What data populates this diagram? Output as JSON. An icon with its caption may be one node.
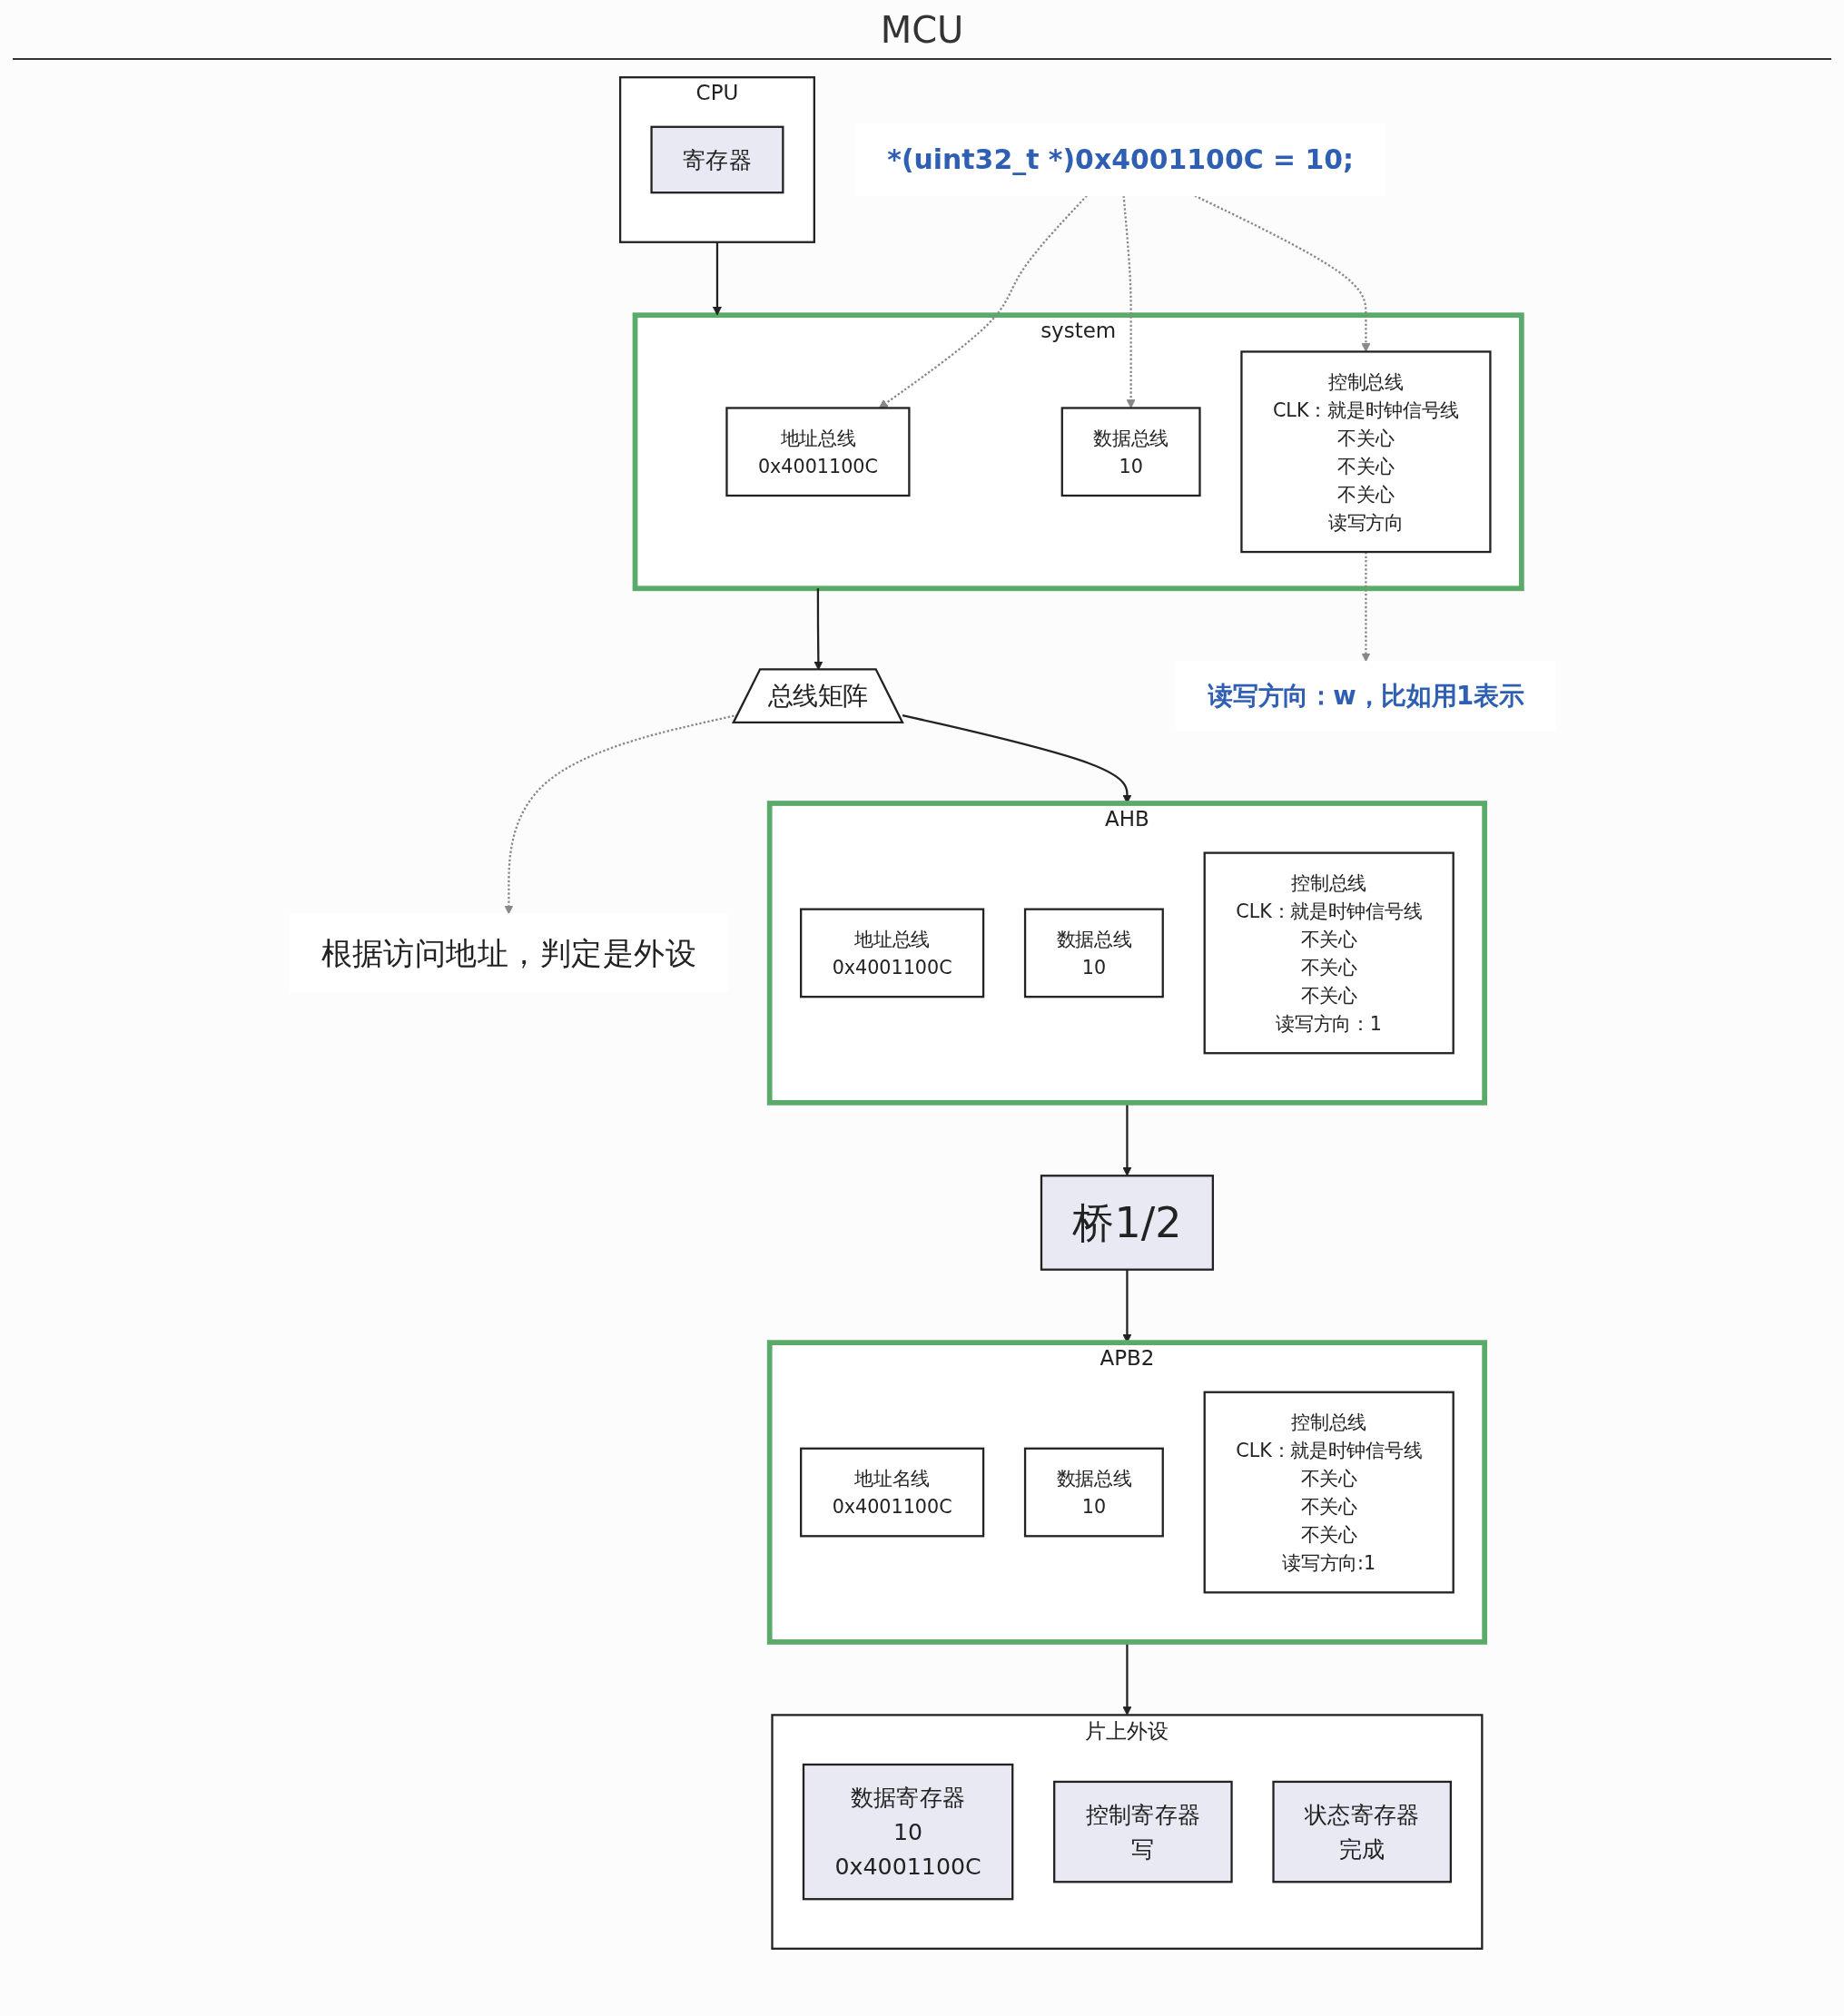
{
  "diagram": {
    "title": "MCU",
    "nodes": [
      {
        "text": [
          "*(uint32_t *)0x4001100C = 10;"
        ]
      },
      {
        "text": [
          "CPU"
        ]
      },
      {
        "text": [
          "寄存器"
        ],
        "in": 1
      },
      {
        "text": [
          "system"
        ]
      },
      {
        "text": [
          "地址总线",
          "0x4001100C"
        ],
        "in": 3
      },
      {
        "text": [
          "数据总线",
          "10"
        ],
        "in": 3
      },
      {
        "text": [
          "控制总线",
          "CLK：就是时钟信号线",
          "不关心",
          "不关心",
          "不关心",
          "读写方向"
        ],
        "in": 3
      },
      {
        "text": [
          "总线矩阵"
        ]
      },
      {
        "text": [
          "根据访问地址，判定是外设"
        ]
      },
      {
        "text": [
          "AHB"
        ]
      },
      {
        "text": [
          "地址总线",
          "0x4001100C"
        ],
        "in": 9
      },
      {
        "text": [
          "数据总线",
          "10"
        ],
        "in": 9
      },
      {
        "text": [
          "控制总线",
          "CLK：就是时钟信号线",
          "不关心",
          "不关心",
          "不关心",
          "读写方向：1"
        ],
        "in": 9
      },
      {
        "text": [
          "桥1/2"
        ]
      },
      {
        "text": [
          "APB2"
        ]
      },
      {
        "text": [
          "地址名线",
          "0x4001100C"
        ],
        "in": 14
      },
      {
        "text": [
          "数据总线",
          "10"
        ],
        "in": 14
      },
      {
        "text": [
          "控制总线",
          "CLK：就是时钟信号线",
          "不关心",
          "不关心",
          "不关心",
          "读写方向:1"
        ],
        "in": 14
      },
      {
        "text": [
          "片上外设"
        ]
      },
      {
        "text": [
          "数据寄存器",
          "10",
          "0x4001100C"
        ],
        "in": 18
      },
      {
        "text": [
          "控制寄存器",
          "写"
        ],
        "in": 18
      },
      {
        "text": [
          "状态寄存器",
          "完成"
        ],
        "in": 18
      },
      {
        "text": [
          "读写方向：w，比如用1表示"
        ]
      }
    ],
    "edges": [
      {
        "from": 0,
        "to": 4,
        "arrow": "to",
        "style": "dashed",
        "color": "#888888"
      },
      {
        "from": 0,
        "to": 5,
        "arrow": "to",
        "style": "dashed",
        "color": "#888888"
      },
      {
        "from": 0,
        "to": 6,
        "arrow": "to",
        "style": "dashed",
        "color": "#888888"
      },
      {
        "from": 1,
        "to": 3,
        "arrow": "to"
      },
      {
        "from": 3,
        "to": 7,
        "arrow": "to"
      },
      {
        "from": 7,
        "to": 8,
        "arrow": "to",
        "style": "dashed",
        "color": "#888888"
      },
      {
        "from": 7,
        "to": 9,
        "arrow": "to"
      },
      {
        "from": 6,
        "to": 22,
        "arrow": "to",
        "style": "dashed",
        "color": "#888888"
      },
      {
        "from": 9,
        "to": 13,
        "arrow": "to"
      },
      {
        "from": 13,
        "to": 14,
        "arrow": "to"
      },
      {
        "from": 14,
        "to": 18,
        "arrow": "to"
      }
    ]
  }
}
